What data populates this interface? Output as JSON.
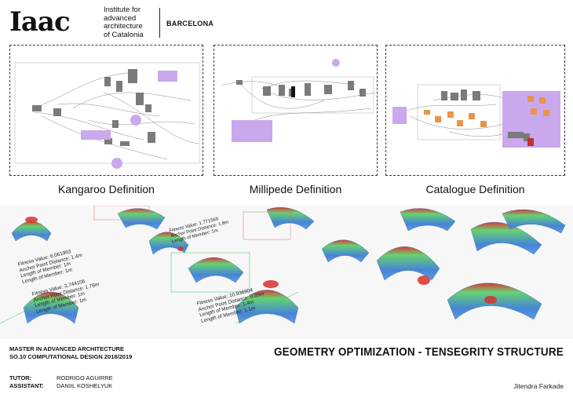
{
  "header": {
    "logo": "Iaac",
    "institute": [
      "Institute for",
      "advanced",
      "architecture",
      "of Catalonia"
    ],
    "city": "BARCELONA"
  },
  "panels": [
    {
      "caption": "Kangaroo Definition"
    },
    {
      "caption": "Millipede Definition"
    },
    {
      "caption": "Catalogue Definition"
    }
  ],
  "renders": {
    "labels": [
      {
        "fitness": "Fitness Value: 3.744106",
        "anchor": "Anchor Point Distance: 1.78m",
        "length1": "Length of Member: 1m",
        "length2": "Length of Member: 1m"
      },
      {
        "fitness": "Fitness Value: 10.936904",
        "anchor": "Anchor Point Distance: 0.39m",
        "length1": "Length of Member: 1.4m",
        "length2": "Length of Member: 1.1m"
      },
      {
        "fitness": "Fitness Value: 1.771569",
        "anchor": "Anchor Point Distance: 1.8m",
        "length1": "Length of Member: 1m",
        "length2": ""
      },
      {
        "fitness": "Fitness Value: 6.061963",
        "anchor": "Anchor Point Distance: 1.4m",
        "length1": "Length of Member: 1m",
        "length2": "Length of Member: 1m"
      }
    ]
  },
  "footer": {
    "program_line1": "MASTER IN ADVANCED ARCHITECTURE",
    "program_line2": "SO.10 COMPUTATIONAL DESIGN  2018/2019",
    "tutor_label": "TUTOR:",
    "tutor_name": "RODRIGO AGUIRRE",
    "assistant_label": "ASSISTANT:",
    "assistant_name": "DANIIL KOSHELYUK",
    "title": "GEOMETRY OPTIMIZATION - TENSEGRITY STRUCTURE",
    "author": "Jitendra Farkade"
  },
  "colors": {
    "accent_purple": "#c9a8ec",
    "node_orange": "#e8954a",
    "mesh_red": "#d83030",
    "mesh_blue": "#3d7fd6",
    "mesh_green": "#5fd06a"
  }
}
